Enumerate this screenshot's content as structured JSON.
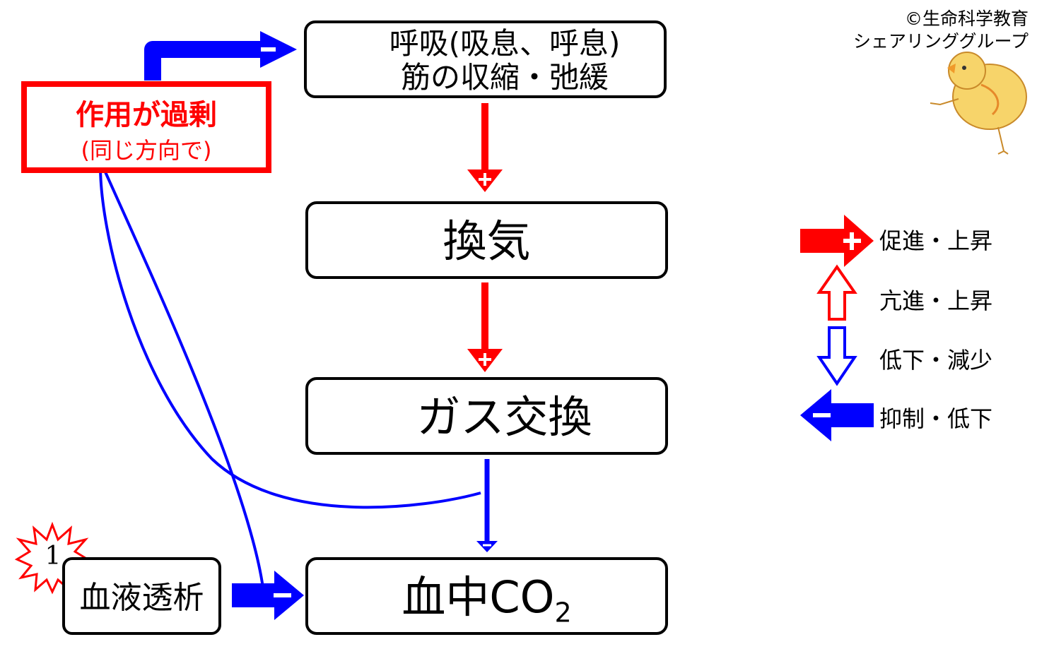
{
  "copyright": {
    "line1": "©生命科学教育",
    "line2": "シェアリンググループ"
  },
  "nodes": {
    "respiration": {
      "line1": "呼吸(吸息、呼息)",
      "line2": "筋の収縮・弛緩"
    },
    "ventilation": {
      "label": "換気"
    },
    "gas_exchange": {
      "label": "ガス交換"
    },
    "blood_co2": {
      "label": "血中CO",
      "subscript": "2"
    },
    "excess": {
      "title": "作用が過剰",
      "subtitle": "(同じ方向で)"
    },
    "dialysis": {
      "label": "血液透析",
      "badge": "1"
    }
  },
  "signs": {
    "plus": "+",
    "minus": "−"
  },
  "legend": {
    "promote": "促進・上昇",
    "increase": "亢進・上昇",
    "decrease": "低下・減少",
    "inhibit": "抑制・低下"
  },
  "colors": {
    "red": "#ff0000",
    "blue": "#0000ff",
    "black": "#000000"
  }
}
